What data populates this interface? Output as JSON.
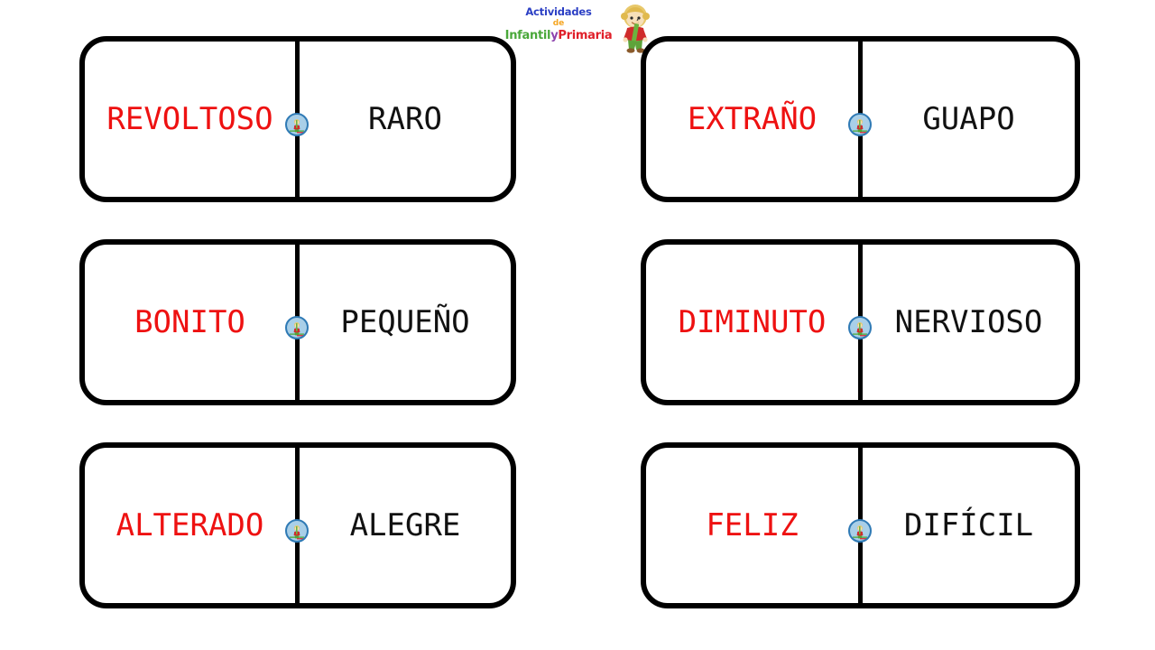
{
  "logo": {
    "line1": "Actividades",
    "line2": "de",
    "line3_part1": "Infantil",
    "line3_conj": "y",
    "line3_part2": "Primaria",
    "mascot_alt": "girl-with-pencil-mascot",
    "colors": {
      "line1": "#2b3fc4",
      "line2": "#f5a623",
      "infantil": "#4aa83a",
      "y": "#8e44ad",
      "primaria": "#e0202a"
    }
  },
  "board": {
    "type": "domino-synonyms-antonyms",
    "columns": 2,
    "rows": 3,
    "word_colors": {
      "left": "#ee1111",
      "right": "#111111"
    },
    "badge_name": "mascot-badge",
    "tiles": [
      {
        "left_word": "REVOLTOSO",
        "right_word": "RARO"
      },
      {
        "left_word": "EXTRAÑO",
        "right_word": "GUAPO"
      },
      {
        "left_word": "BONITO",
        "right_word": "PEQUEÑO"
      },
      {
        "left_word": "DIMINUTO",
        "right_word": "NERVIOSO"
      },
      {
        "left_word": "ALTERADO",
        "right_word": "ALEGRE"
      },
      {
        "left_word": "FELIZ",
        "right_word": "DIFÍCIL"
      }
    ]
  }
}
